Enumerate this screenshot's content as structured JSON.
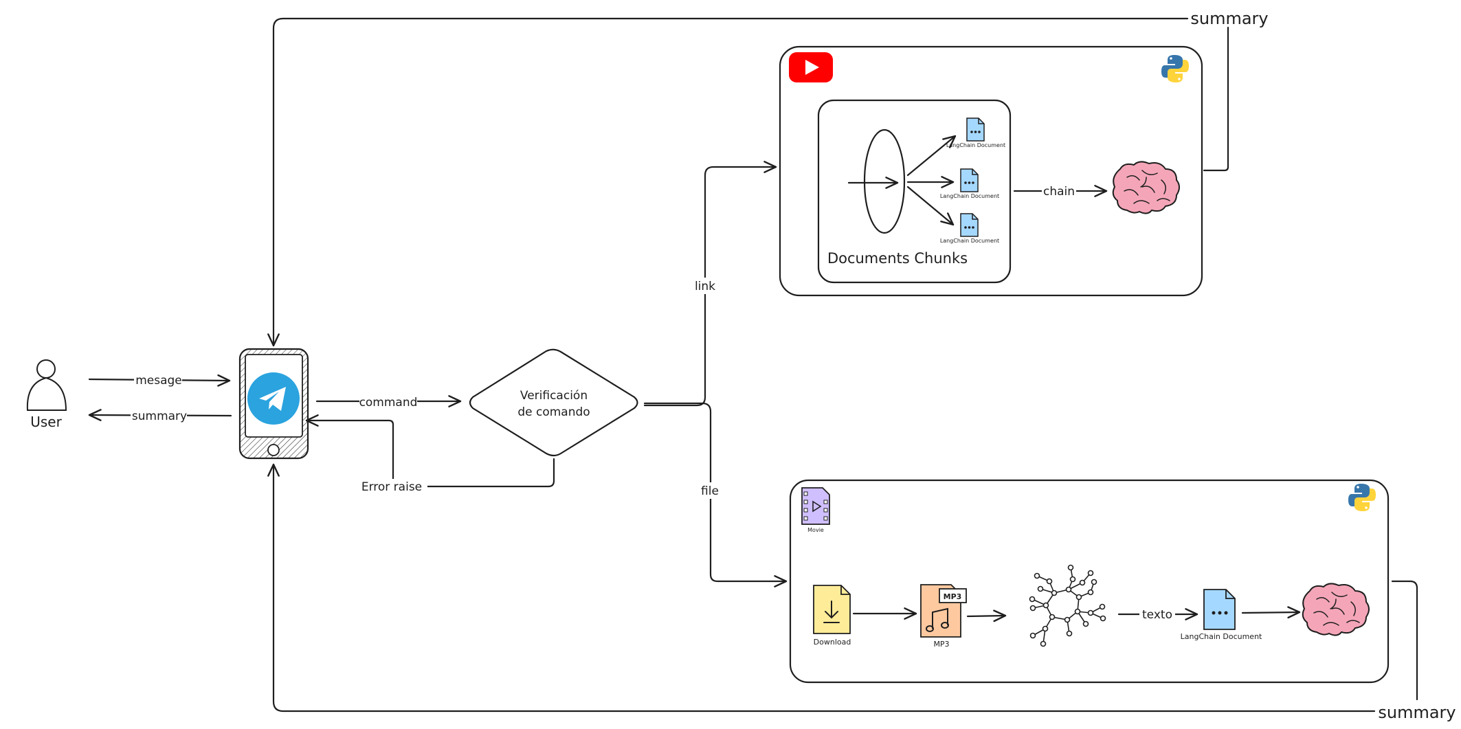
{
  "nodes": {
    "user": "User",
    "verification_line1": "Verificación",
    "verification_line2": "de comando",
    "documents_chunks": "Documents Chunks",
    "langchain_document_small": "LangChain Document",
    "langchain_document": "LangChain Document",
    "movie": "Movie",
    "download": "Download",
    "mp3": "MP3",
    "mp3_badge": "MP3"
  },
  "edges": {
    "message": "mesage",
    "summary_to_user": "summary",
    "command": "command",
    "error": "Error raise",
    "link": "link",
    "file": "file",
    "chain": "chain",
    "texto": "texto",
    "summary_top": "summary",
    "summary_bottom": "summary"
  },
  "colors": {
    "stroke": "#1e1e1e",
    "youtube_red": "#ff0000",
    "telegram_blue": "#2aa3df",
    "brain_pink": "#f4a6b8",
    "doc_blue": "#a5d8ff",
    "movie_purple": "#d0bfff",
    "download_yellow": "#ffec99",
    "mp3_orange": "#ffc9a0",
    "python_blue": "#3776ab",
    "python_yellow": "#ffd43b"
  },
  "icons": [
    "user-icon",
    "telegram-phone-icon",
    "youtube-icon",
    "python-icon",
    "brain-icon",
    "document-icon",
    "movie-icon",
    "download-icon",
    "mp3-icon",
    "network-icon"
  ]
}
